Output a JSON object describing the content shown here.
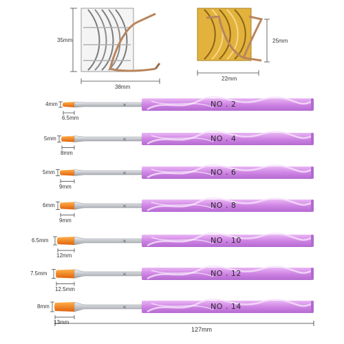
{
  "forms": {
    "silver": {
      "height_label": "35mm",
      "width_label": "38mm"
    },
    "gold": {
      "height_label": "25mm",
      "width_label": "22mm"
    }
  },
  "brushes": [
    {
      "number": "NO . 2",
      "tip_height": "4mm",
      "tip_width": "6.5mm"
    },
    {
      "number": "NO . 4",
      "tip_height": "5mm",
      "tip_width": "8mm"
    },
    {
      "number": "NO . 6",
      "tip_height": "5mm",
      "tip_width": "9mm"
    },
    {
      "number": "NO . 8",
      "tip_height": "6mm",
      "tip_width": "9mm"
    },
    {
      "number": "NO . 10",
      "tip_height": "6.5mm",
      "tip_width": "12mm"
    },
    {
      "number": "NO . 12",
      "tip_height": "7.5mm",
      "tip_width": "12.5mm"
    },
    {
      "number": "NO . 14",
      "tip_height": "8mm",
      "tip_width": "13mm"
    }
  ],
  "total_length": "127mm",
  "colors": {
    "handle": "#d48ee6",
    "handle_dark": "#b06ad0",
    "bristle": "#f07a1a",
    "ferrule": "#cfd2d6",
    "silver_form": "#e8e8e8",
    "gold_form": "#e2b23c",
    "clip": "#b9855c"
  }
}
